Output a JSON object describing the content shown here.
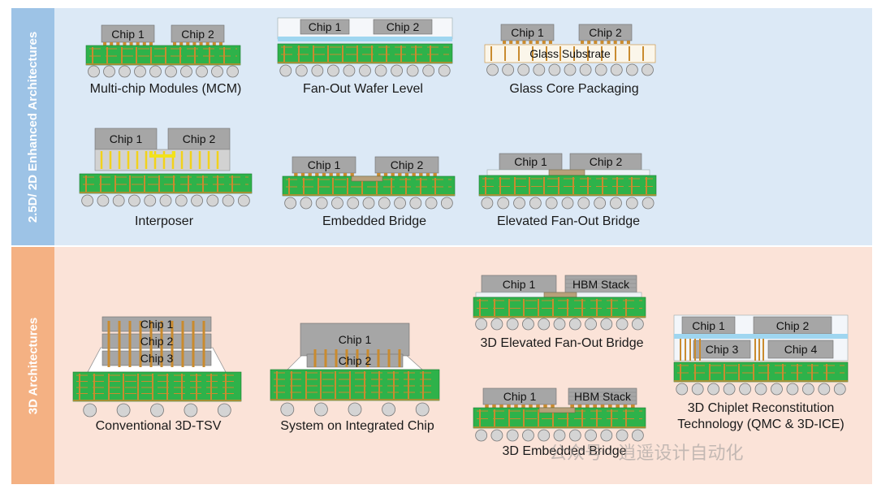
{
  "sections": [
    {
      "id": "top",
      "title": "2.5D/ 2D Enhanced Architectures"
    },
    {
      "id": "bottom",
      "title": "3D Architectures"
    }
  ],
  "captions": {
    "mcm": "Multi-chip Modules (MCM)",
    "fowl": "Fan-Out Wafer Level",
    "glass": "Glass Core Packaging",
    "interposer": "Interposer",
    "embedded": "Embedded Bridge",
    "elevated": "Elevated Fan-Out Bridge",
    "tsv": "Conventional 3D-TSV",
    "soic": "System on Integrated Chip",
    "elev3d": "3D Elevated Fan-Out Bridge",
    "emb3d": "3D Embedded Bridge",
    "recon_1": "3D Chiplet Reconstitution",
    "recon_2": "Technology (QMC & 3D-ICE)"
  },
  "labels": {
    "chip1": "Chip 1",
    "chip2": "Chip 2",
    "chip3": "Chip 3",
    "chip4": "Chip 4",
    "hbm": "HBM Stack",
    "glass_substrate": "Glass Substrate"
  },
  "watermark": "公众号 · 逍遥设计自动化",
  "colors": {
    "top_band": "#dce9f6",
    "top_side": "#9dc3e6",
    "bottom_band": "#fbe3d8",
    "bottom_side": "#f4b183",
    "substrate": "#2eb24a",
    "chip": "#a6a6a6",
    "copper": "#c98b2f",
    "bump": "#d4d4d4"
  }
}
